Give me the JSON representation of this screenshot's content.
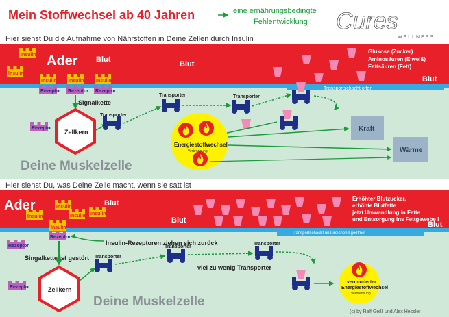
{
  "header": {
    "title": "Mein Stoffwechsel ab 40 Jahren",
    "note_line1": "eine ernährungsbedingte",
    "note_line2": "Fehlentwicklung !",
    "logo_word": "Cures",
    "logo_sub": "WELLNESS"
  },
  "top": {
    "caption": "Hier siehst Du die Aufnahme von Nährstoffen in Deine Zellen durch Insulin",
    "ader": "Ader",
    "blut_a": "Blut",
    "blut_b": "Blut",
    "blut_right": "Blut",
    "legend_1": "Glukose (Zucker)",
    "legend_2": "Aminosäuren (Eiweiß)",
    "legend_3": "Fettsäuren (Fett)",
    "insulin": "Insulin",
    "rezeptor": "Rezeptor",
    "signalkette": "Signalkette",
    "zellkern": "Zellkern",
    "transporter": "Transporter",
    "shaft": "Transportschacht offen",
    "energy_1": "Energiestoffwechsel",
    "energy_2": "Verbrennung",
    "kraft": "Kraft",
    "waerme": "Wärme",
    "muskel": "Deine Muskelzelle"
  },
  "bottom": {
    "caption": "Hier siehst Du, was Deine Zelle macht, wenn sie satt ist",
    "ader": "Ader",
    "blut_a": "Blut",
    "blut_b": "Blut",
    "blut_right": "Blut",
    "note_1": "Erhöhter Blutzucker,",
    "note_2": "erhöhte Blutfette",
    "note_3": "jetzt Umwandlung in Fette",
    "note_4": "und Entsorgung ins Fettgewebe !",
    "insulin": "Insulin",
    "rezeptor": "Rezeptor",
    "signal_broken": "Singalkette ist gestört",
    "zellkern": "Zellkern",
    "transporter": "Transporter",
    "shaft": "Transportschacht unzureichend geöffnet",
    "pulled_back": "Insulin-Rezeptoren ziehen sich zurück",
    "too_few": "viel zu wenig Transporter",
    "energy_1": "verminderter",
    "energy_2": "Energiestoffwechsel",
    "energy_3": "Verbrennung",
    "muskel": "Deine Muskelzelle",
    "copyright": "(c) by Ralf Geiß und Alex Hessler"
  },
  "colors": {
    "blood": "#e8202a",
    "shaft": "#35a9e0",
    "cell": "#cfe8d8",
    "green": "#1a9c3b",
    "insulin": "#f2c200",
    "receptor": "#c05fb8",
    "transporter": "#1d2f86",
    "energy": "#fff200",
    "output_box": "#9db3c8"
  }
}
